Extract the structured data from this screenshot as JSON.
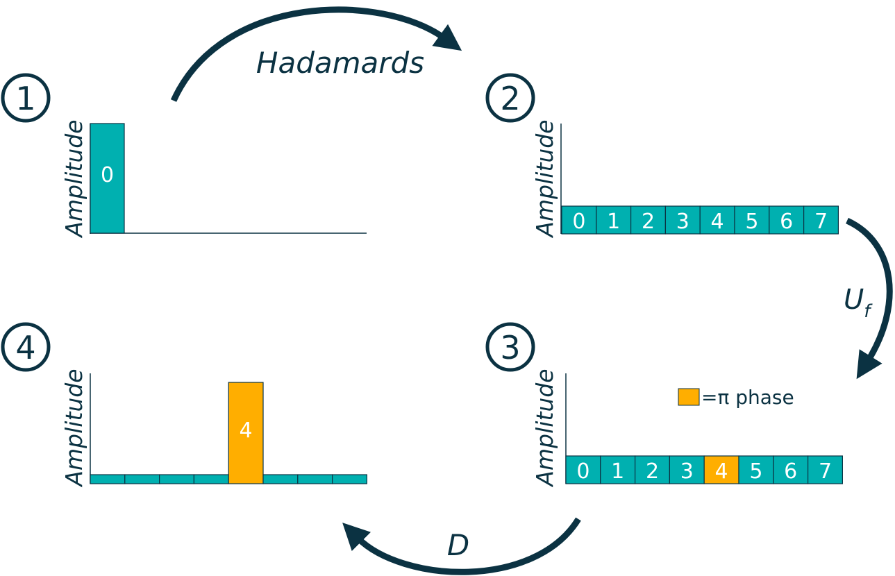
{
  "colors": {
    "navy": "#0b3242",
    "teal": "#00b0b0",
    "orange": "#ffae00",
    "white": "#ffffff"
  },
  "steps": [
    {
      "number": "1",
      "axis_label": "Amplitude",
      "bars": [
        {
          "label": "0",
          "color": "teal"
        }
      ]
    },
    {
      "number": "2",
      "axis_label": "Amplitude",
      "bars": [
        {
          "label": "0",
          "color": "teal"
        },
        {
          "label": "1",
          "color": "teal"
        },
        {
          "label": "2",
          "color": "teal"
        },
        {
          "label": "3",
          "color": "teal"
        },
        {
          "label": "4",
          "color": "teal"
        },
        {
          "label": "5",
          "color": "teal"
        },
        {
          "label": "6",
          "color": "teal"
        },
        {
          "label": "7",
          "color": "teal"
        }
      ]
    },
    {
      "number": "3",
      "axis_label": "Amplitude",
      "bars": [
        {
          "label": "0",
          "color": "teal"
        },
        {
          "label": "1",
          "color": "teal"
        },
        {
          "label": "2",
          "color": "teal"
        },
        {
          "label": "3",
          "color": "teal"
        },
        {
          "label": "4",
          "color": "orange"
        },
        {
          "label": "5",
          "color": "teal"
        },
        {
          "label": "6",
          "color": "teal"
        },
        {
          "label": "7",
          "color": "teal"
        }
      ]
    },
    {
      "number": "4",
      "axis_label": "Amplitude",
      "peak_label": "4"
    }
  ],
  "arrows": {
    "hadamards": "Hadamards",
    "uf_main": "U",
    "uf_sub": "f",
    "diffusion": "D"
  },
  "legend": {
    "text": "=π phase"
  }
}
